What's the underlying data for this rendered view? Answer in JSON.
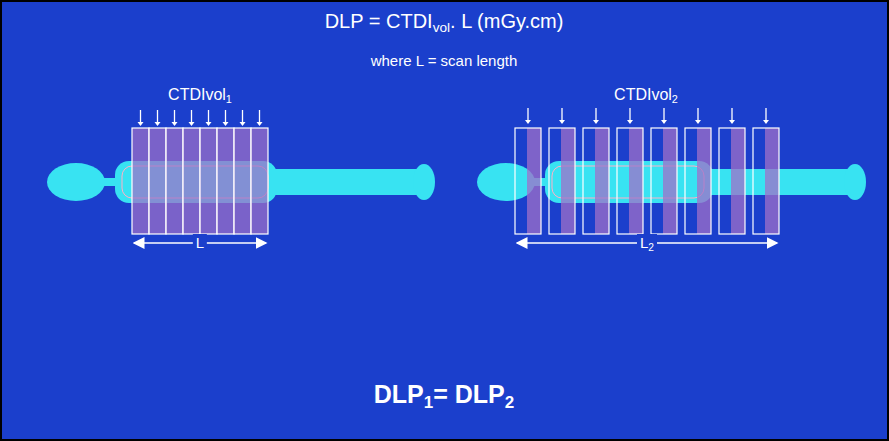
{
  "diagram": {
    "labels": [
      "DLP = CTDI",
      "vol",
      ". L (mGy.cm)",
      "where L = scan length",
      "CTDIvol",
      "1",
      "CTDIvol",
      "2",
      "L",
      "L",
      "2",
      "DLP",
      "1",
      "= DLP",
      "2"
    ]
  }
}
